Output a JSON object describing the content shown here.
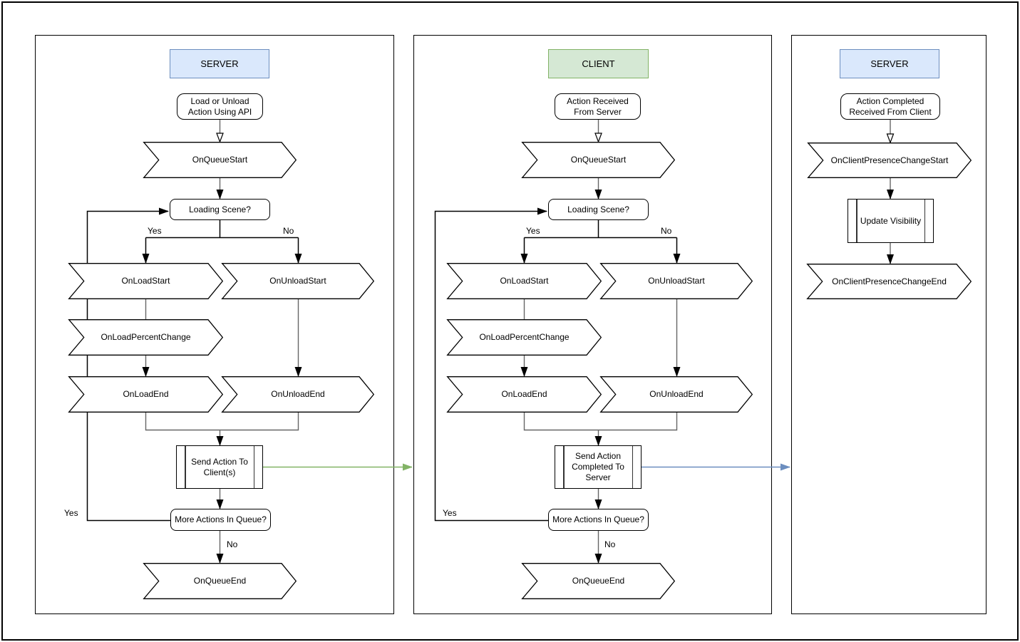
{
  "colors": {
    "server_fill": "#dae8fc",
    "server_border": "#6c8ebf",
    "client_fill": "#d5e8d4",
    "client_border": "#82b366",
    "connector_gray": "#666666",
    "connector_black": "#000000",
    "server_to_client_arrow": "#82b366",
    "client_to_server_arrow": "#6c8ebf"
  },
  "panels": [
    {
      "header": "SERVER",
      "start": "Load or Unload\nAction Using API",
      "queue_start": "OnQueueStart",
      "loading": "Loading Scene?",
      "branch_yes": "Yes",
      "branch_no": "No",
      "load_start": "OnLoadStart",
      "unload_start": "OnUnloadStart",
      "percent": "OnLoadPercentChange",
      "load_end": "OnLoadEnd",
      "unload_end": "OnUnloadEnd",
      "send": "Send Action To\nClient(s)",
      "more": "More Actions In Queue?",
      "loop_yes": "Yes",
      "no_label": "No",
      "queue_end": "OnQueueEnd"
    },
    {
      "header": "CLIENT",
      "start": "Action Received\nFrom Server",
      "queue_start": "OnQueueStart",
      "loading": "Loading Scene?",
      "branch_yes": "Yes",
      "branch_no": "No",
      "load_start": "OnLoadStart",
      "unload_start": "OnUnloadStart",
      "percent": "OnLoadPercentChange",
      "load_end": "OnLoadEnd",
      "unload_end": "OnUnloadEnd",
      "send": "Send Action\nCompleted To\nServer",
      "more": "More Actions In Queue?",
      "loop_yes": "Yes",
      "no_label": "No",
      "queue_end": "OnQueueEnd"
    },
    {
      "header": "SERVER",
      "start": "Action Completed\nReceived From Client",
      "presence_start": "OnClientPresenceChangeStart",
      "update": "Update Visibility",
      "presence_end": "OnClientPresenceChangeEnd"
    }
  ]
}
